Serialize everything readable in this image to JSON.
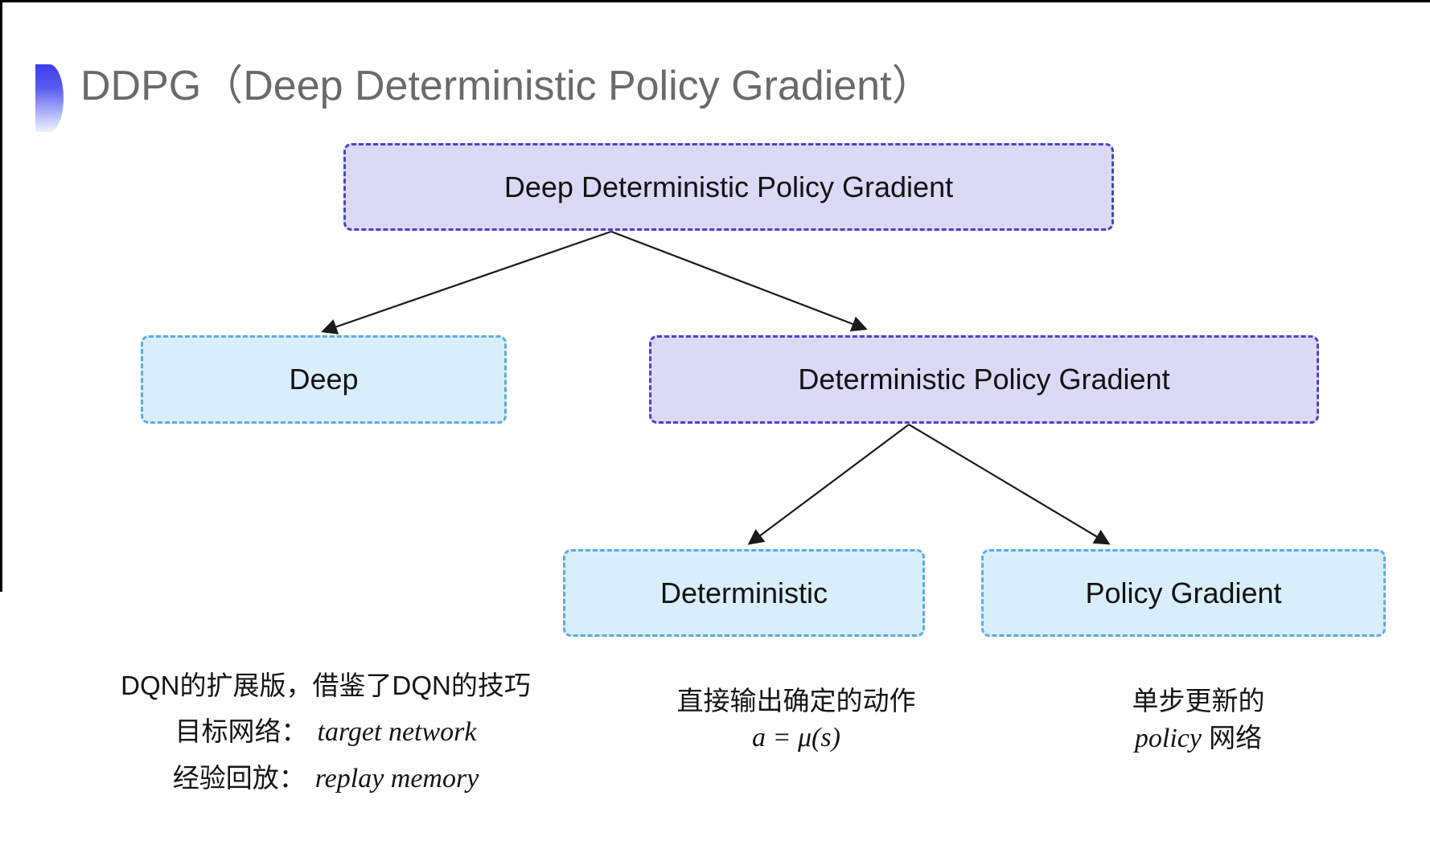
{
  "title": {
    "text": "DDPG（Deep Deterministic Policy Gradient）"
  },
  "tree": {
    "root": {
      "label": "Deep Deterministic Policy Gradient"
    },
    "children": [
      {
        "label": "Deep"
      },
      {
        "label": "Deterministic Policy Gradient"
      }
    ],
    "grandchildren": [
      {
        "label": "Deterministic"
      },
      {
        "label": "Policy Gradient"
      }
    ]
  },
  "notes": {
    "deep_note": {
      "line1": "DQN的扩展版，借鉴了DQN的技巧",
      "line2_label": "目标网络：",
      "line2_term": "target network",
      "line3_label": "经验回放：",
      "line3_term": "replay memory"
    },
    "deterministic_note": {
      "line1": "直接输出确定的动作",
      "formula": "a = μ(s)"
    },
    "policy_note": {
      "line1": "单步更新的",
      "term": "policy",
      "suffix": " 网络"
    }
  },
  "colors": {
    "purple_fill": "#dcd9f7",
    "purple_border": "#4645c8",
    "cyan_fill": "#d9eefb",
    "cyan_border": "#5cacdf",
    "title_gray": "#6a6a6a",
    "text_black": "#141414",
    "arrow_black": "#1a1a1a",
    "bullet_blue": "#3d3deb"
  }
}
